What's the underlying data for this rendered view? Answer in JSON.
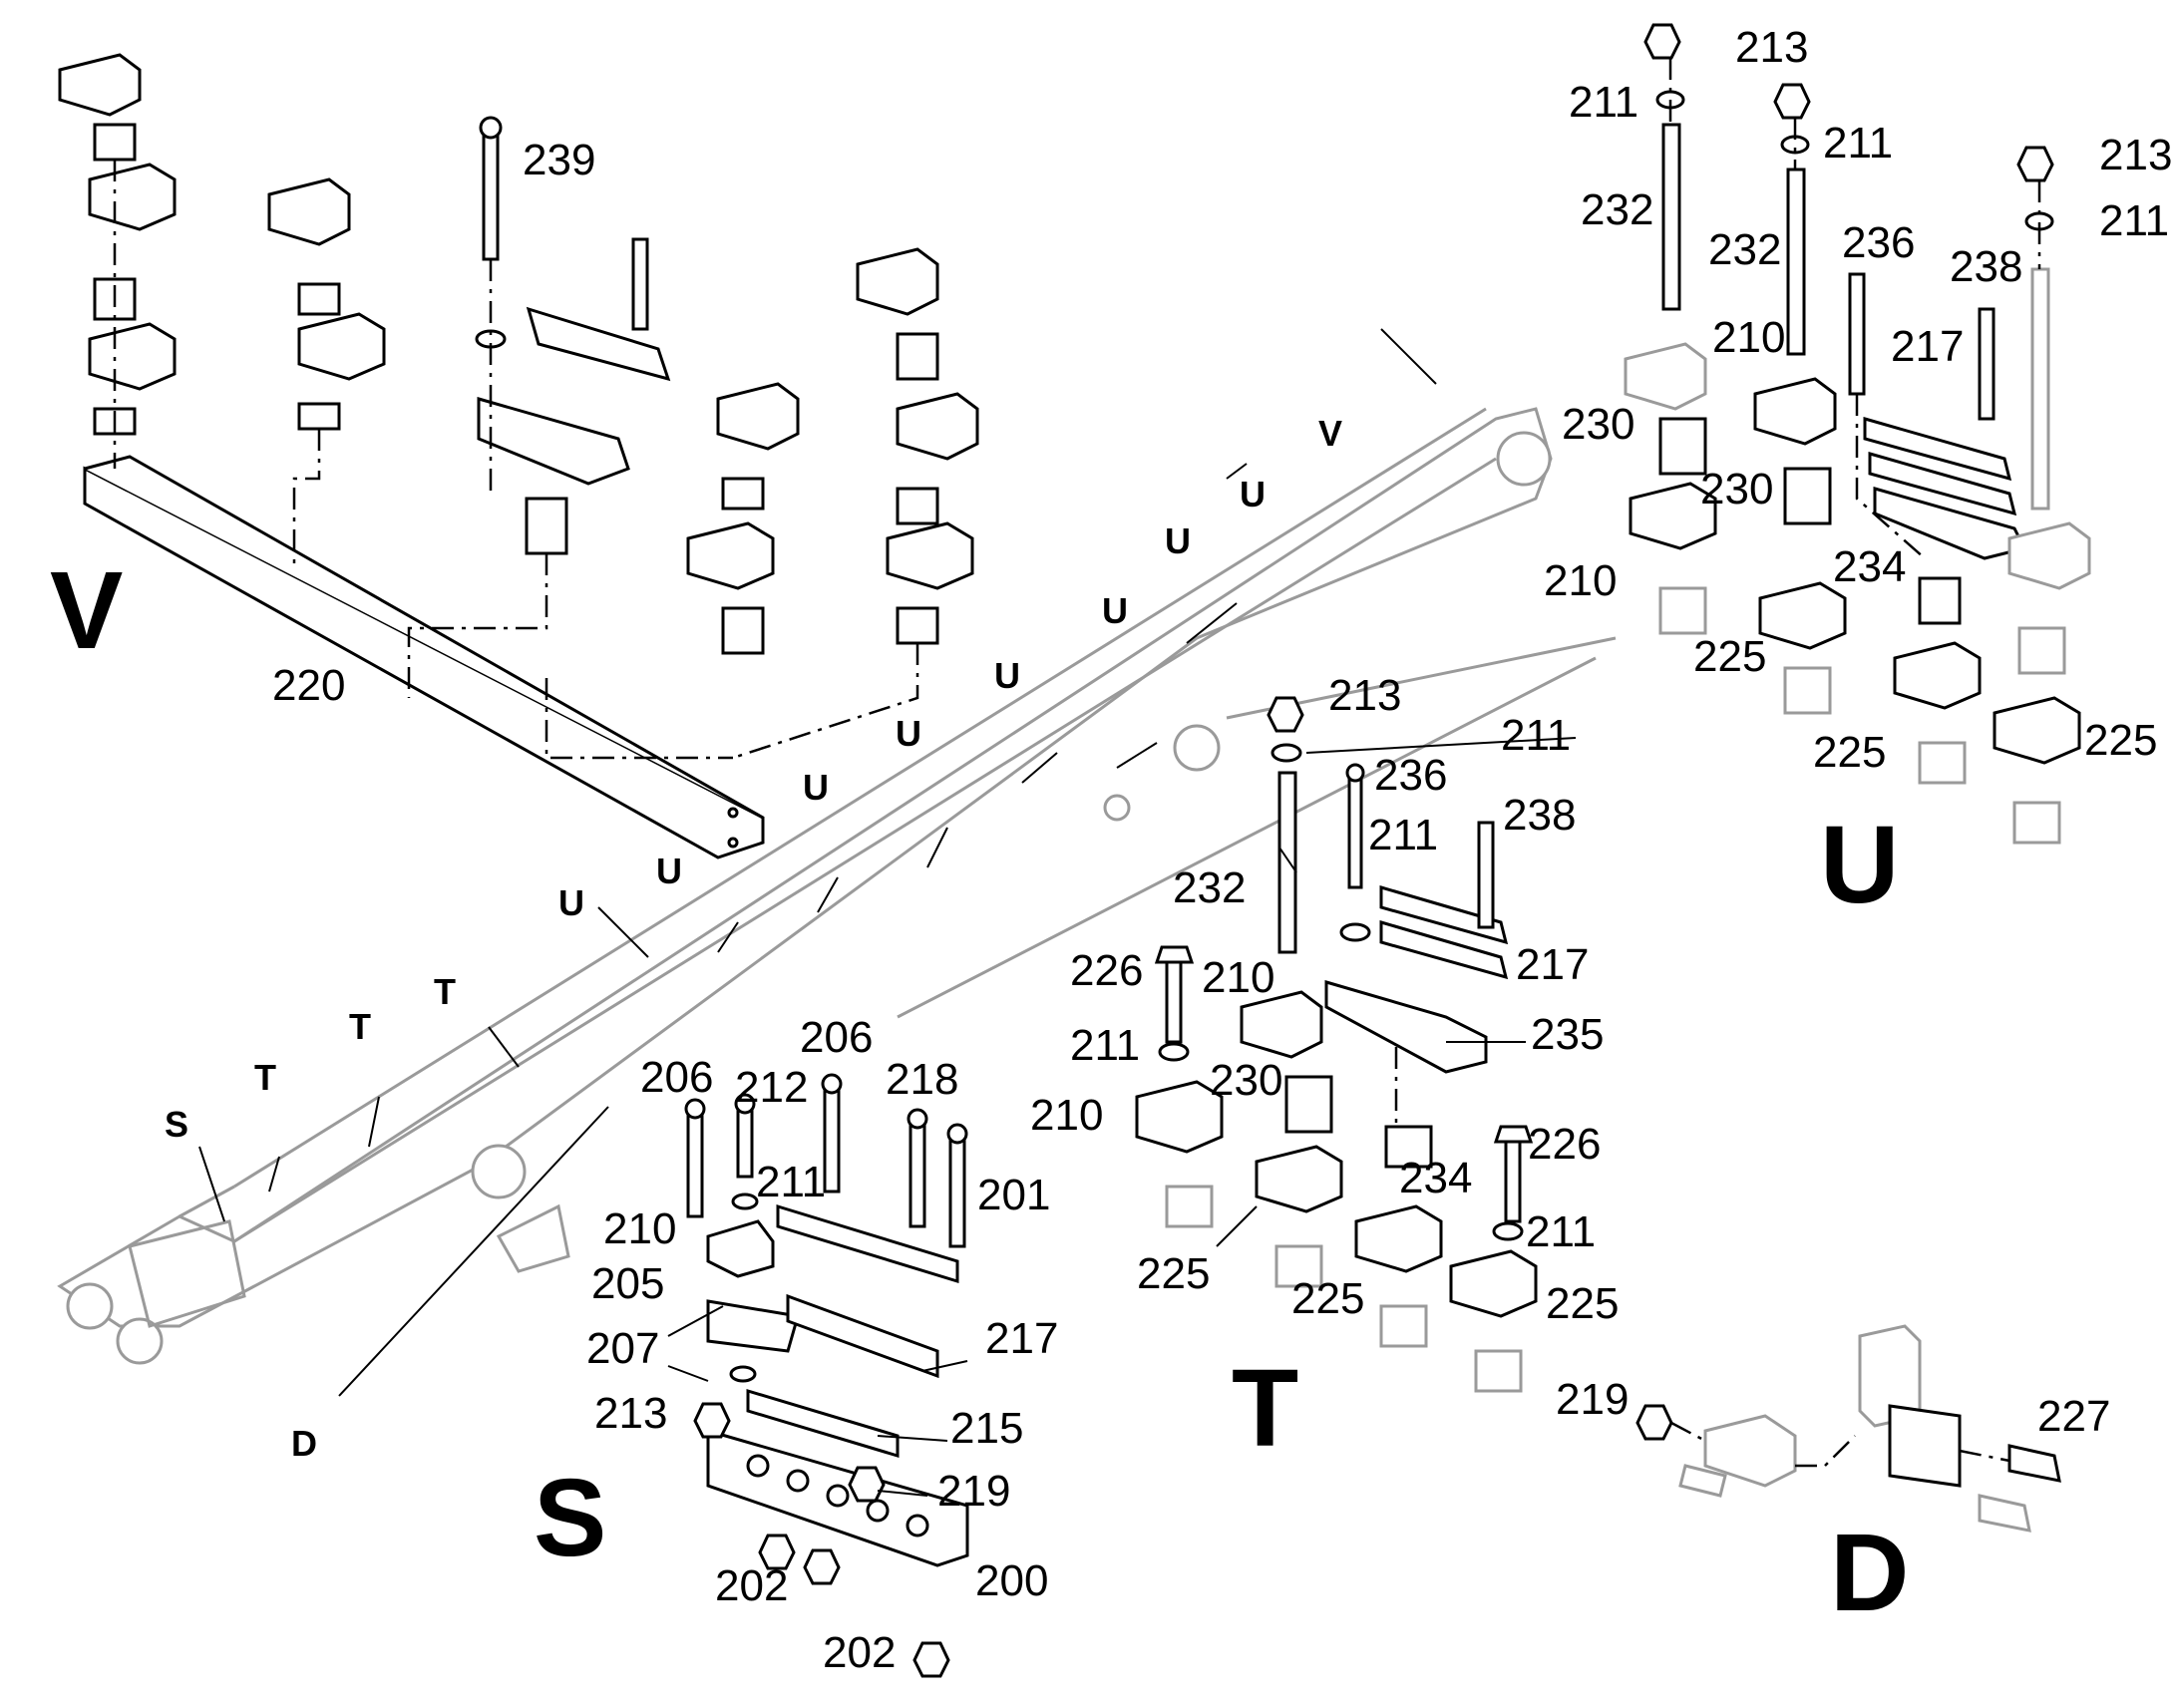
{
  "section_letters": {
    "V": "V",
    "U": "U",
    "T": "T",
    "S": "S",
    "D": "D"
  },
  "boom_letters": {
    "v": "V",
    "u": "U",
    "t": "T",
    "s": "S",
    "d": "D"
  },
  "part_numbers": {
    "p200": "200",
    "p201": "201",
    "p202": "202",
    "p205": "205",
    "p206": "206",
    "p207": "207",
    "p210": "210",
    "p211": "211",
    "p212": "212",
    "p213": "213",
    "p215": "215",
    "p217": "217",
    "p218": "218",
    "p219": "219",
    "p220": "220",
    "p225": "225",
    "p226": "226",
    "p227": "227",
    "p230": "230",
    "p232": "232",
    "p234": "234",
    "p235": "235",
    "p236": "236",
    "p238": "238",
    "p239": "239"
  }
}
